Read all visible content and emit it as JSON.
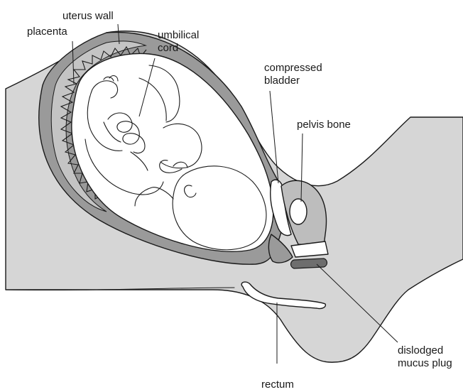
{
  "labels": {
    "uterus_wall": "uterus wall",
    "placenta": "placenta",
    "umbilical_cord_line1": "umbilical",
    "umbilical_cord_line2": "cord",
    "compressed_bladder_line1": "compressed",
    "compressed_bladder_line2": "bladder",
    "pelvis_bone": "pelvis bone",
    "dislodged_mucus_plug_line1": "dislodged",
    "dislodged_mucus_plug_line2": "mucus plug",
    "rectum": "rectum"
  },
  "colors": {
    "body_fill": "#d6d6d6",
    "uterus_band": "#9a9a9a",
    "placenta_fill": "#c4c4c4",
    "mucus_plug": "#6e6e6e",
    "outline": "#1a1a1a",
    "background": "#ffffff"
  }
}
